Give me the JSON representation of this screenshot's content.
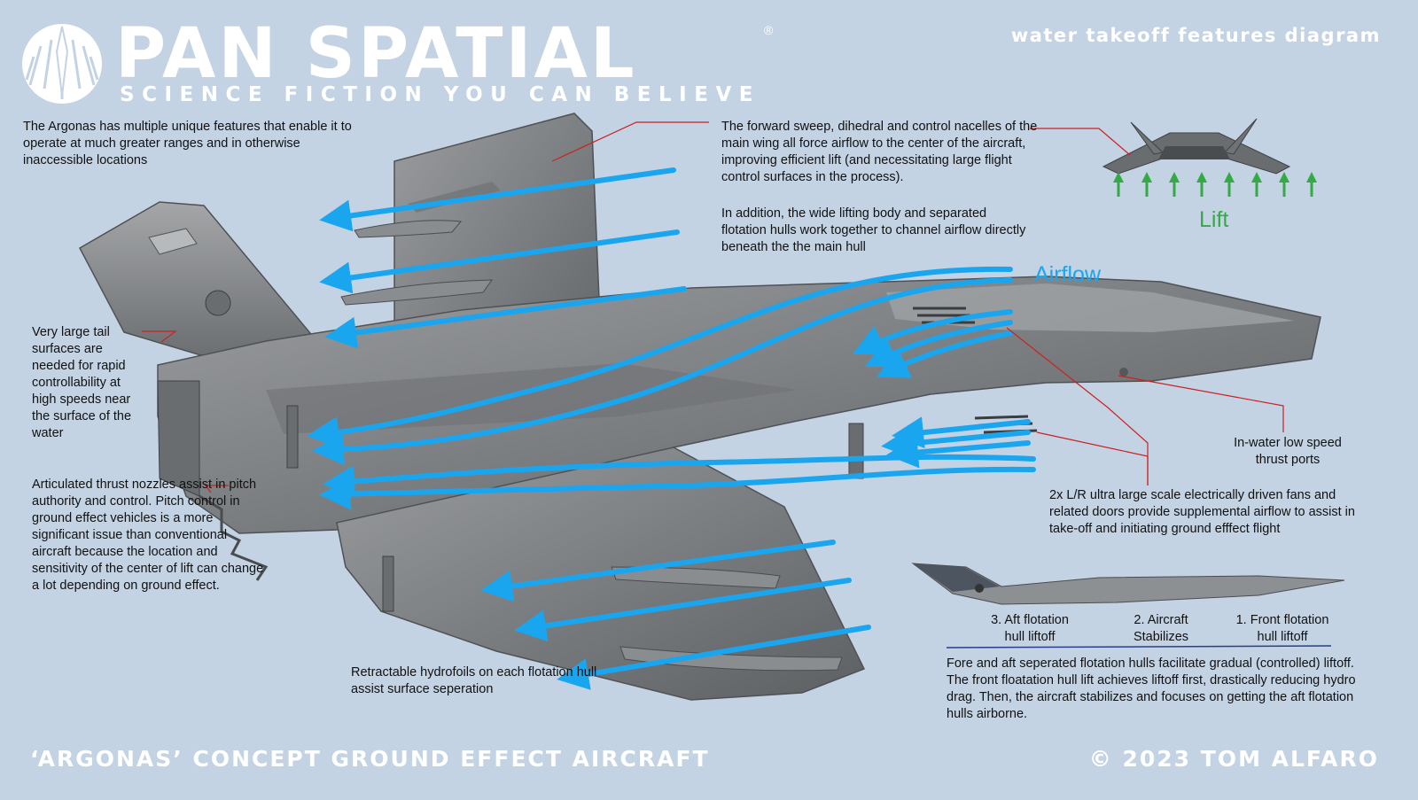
{
  "header": {
    "brand": "PAN SPATIAL",
    "registered_mark": "®",
    "tagline": "SCIENCE FICTION YOU CAN BELIEVE",
    "subtitle": "water takeoff features diagram"
  },
  "notes": {
    "intro": "The Argonas has multiple unique features that enable it to operate at much greater ranges and in otherwise inaccessible locations",
    "forward_sweep": "The forward sweep, dihedral and control nacelles of the main wing all force airflow to the center of the aircraft, improving efficient lift (and necessitating large flight control surfaces in the process).",
    "lifting_body": "In addition, the wide lifting body and separated flotation hulls work together to channel airflow directly beneath the the main hull",
    "tail": "Very large tail surfaces are needed for rapid controllability at high speeds near the surface of the water",
    "nozzles": "Articulated thrust nozzles assist in pitch authority and control.  Pitch control in ground effect vehicles is a more significant issue than conventional aircraft because the location and sensitivity of the center of lift can change a lot depending on ground effect.",
    "thrust_ports": "In-water low speed thrust ports",
    "fans": "2x L/R ultra large scale electrically driven fans and related doors provide supplemental airflow to assist in take-off and initiating ground efffect flight",
    "hydrofoils": "Retractable hydrofoils on each flotation hull assist surface seperation",
    "liftoff": "Fore and aft seperated flotation hulls facilitate gradual (controlled) liftoff.  The front floatation hull lift achieves liftoff first, drastically reducing hydro drag.  Then, the aircraft stabilizes and focuses on getting the aft flotation hulls airborne."
  },
  "labels": {
    "airflow": "Airflow",
    "lift": "Lift"
  },
  "liftoff_steps": [
    {
      "line1": "3. Aft flotation",
      "line2": "hull liftoff"
    },
    {
      "line1": "2. Aircraft",
      "line2": "Stabilizes"
    },
    {
      "line1": "1. Front flotation",
      "line2": "hull liftoff"
    }
  ],
  "footer": {
    "left": "‘ARGONAS’ CONCEPT GROUND EFFECT AIRCRAFT",
    "right": "© 2023 TOM ALFARO"
  },
  "colors": {
    "background": "#c3d3e4",
    "airflow_arrows": "#1aa6ee",
    "lift_arrows": "#33aa44",
    "leader_lines": "#cc2020"
  }
}
